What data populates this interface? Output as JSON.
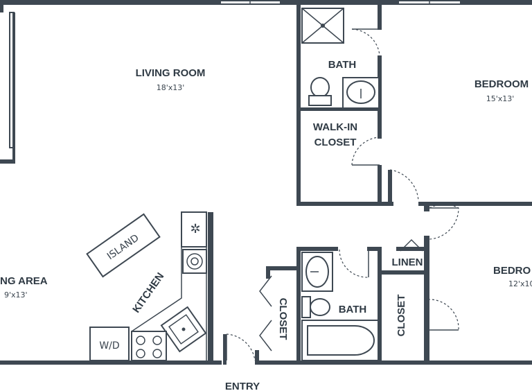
{
  "colors": {
    "wall": "#3e4852",
    "text": "#2f3a44",
    "background": "#ffffff"
  },
  "rooms": {
    "living_room": {
      "label": "LIVING ROOM",
      "dims": "18'x13'"
    },
    "bedroom_main": {
      "label": "BEDROOM",
      "dims": "15'x13'"
    },
    "bedroom_second": {
      "label": "BEDRO",
      "dims": "12'x10"
    },
    "dining_area": {
      "label": "NG AREA",
      "dims": "9'x13'"
    },
    "bath_top": {
      "label": "BATH"
    },
    "bath_bottom": {
      "label": "BATH"
    },
    "walkin_closet": {
      "line1": "WALK-IN",
      "line2": "CLOSET"
    },
    "closet_left": {
      "label": "CLOSET"
    },
    "closet_right": {
      "label": "CLOSET"
    },
    "linen": {
      "label": "LINEN"
    },
    "kitchen": {
      "label": "KITCHEN"
    },
    "island": {
      "label": "ISLAND"
    },
    "washer_dryer": {
      "label": "W/D"
    },
    "entry": {
      "label": "ENTRY"
    }
  },
  "icons": [
    "shower-icon",
    "toilet-icon",
    "sink-icon",
    "bathtub-icon",
    "stove-icon",
    "kitchen-sink-icon",
    "dishwasher-icon",
    "refrigerator-icon"
  ]
}
